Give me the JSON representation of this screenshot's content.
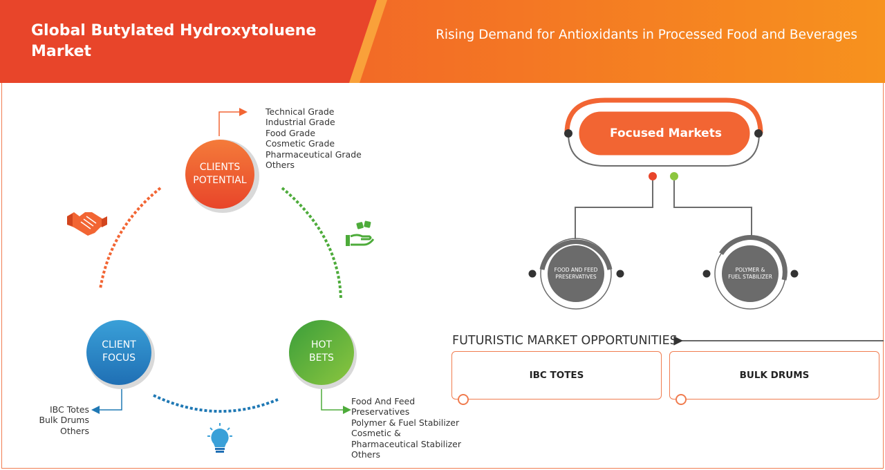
{
  "header": {
    "title": "Global Butylated Hydroxytoluene Market",
    "subtitle": "Rising Demand for Antioxidants in Processed Food and Beverages"
  },
  "colors": {
    "orange": "#f26533",
    "dark_orange": "#e8452a",
    "green": "#4dab3a",
    "light_green": "#8cc63f",
    "blue": "#1f78b4",
    "light_blue": "#3aa0d8",
    "gray": "#6b6b6b"
  },
  "cycle": {
    "clients_potential": {
      "line1": "CLIENTS",
      "line2": "POTENTIAL",
      "items": [
        "Technical Grade",
        "Industrial Grade",
        "Food Grade",
        "Cosmetic Grade",
        "Pharmaceutical Grade",
        "Others"
      ]
    },
    "client_focus": {
      "line1": "CLIENT",
      "line2": "FOCUS",
      "items": [
        "IBC Totes",
        "Bulk Drums",
        "Others"
      ]
    },
    "hot_bets": {
      "line1": "HOT",
      "line2": "BETS",
      "items": [
        "Food And Feed",
        "Preservatives",
        "Polymer & Fuel Stabilizer",
        "Cosmetic &",
        "Pharmaceutical Stabilizer",
        "Others"
      ]
    },
    "icons": [
      "handshake-icon",
      "hand-dice-icon",
      "lightbulb-icon"
    ]
  },
  "focused_markets": {
    "label": "Focused Markets",
    "items": [
      {
        "line1": "FOOD AND FEED",
        "line2": "PRESERVATIVES"
      },
      {
        "line1": "POLYMER &",
        "line2": "FUEL STABILIZER"
      }
    ]
  },
  "opportunities": {
    "title": "FUTURISTIC MARKET OPPORTUNITIES",
    "items": [
      "IBC TOTES",
      "BULK DRUMS"
    ]
  }
}
